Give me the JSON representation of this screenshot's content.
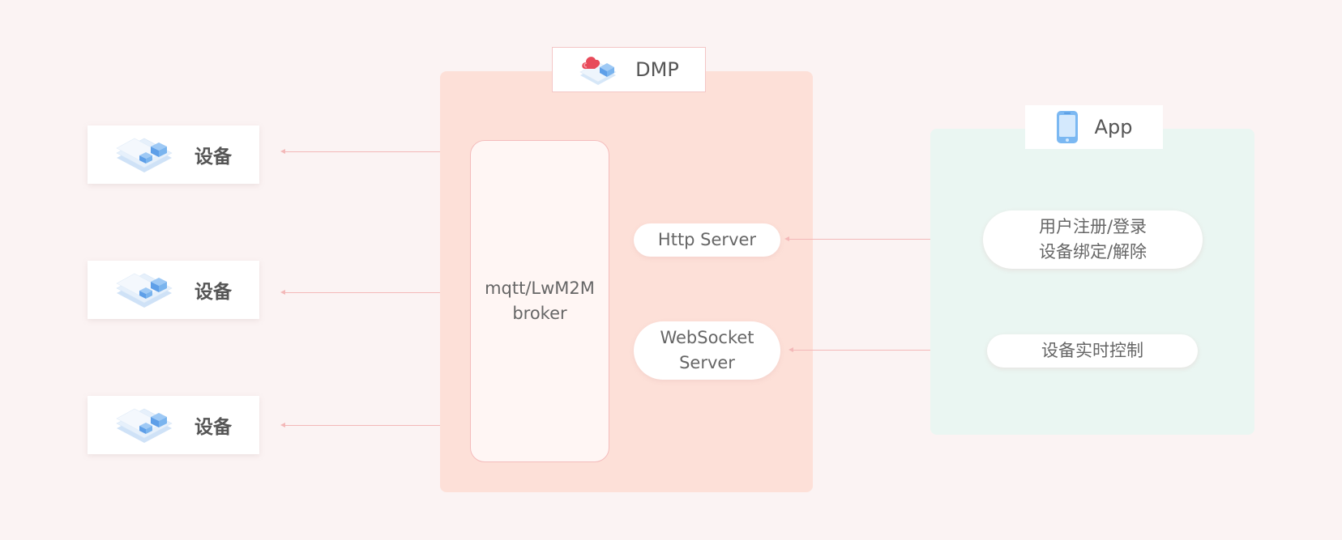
{
  "devices": [
    {
      "label": "设备",
      "icon": "device-stack-icon"
    },
    {
      "label": "设备",
      "icon": "device-stack-icon"
    },
    {
      "label": "设备",
      "icon": "device-stack-icon"
    }
  ],
  "dmp": {
    "title": "DMP",
    "icon": "cloud-box-icon",
    "broker": {
      "line1": "mqtt/LwM2M",
      "line2": "broker"
    },
    "http_server": "Http Server",
    "websocket_server": {
      "line1": "WebSocket",
      "line2": "Server"
    }
  },
  "app": {
    "title": "App",
    "icon": "phone-icon",
    "feature_1": {
      "line1": "用户注册/登录",
      "line2": "设备绑定/解除"
    },
    "feature_2": "设备实时控制"
  },
  "colors": {
    "background": "#fbf3f3",
    "dmp_panel": "#fde0d8",
    "app_panel": "#eaf6f2",
    "connector": "#f3b8b8",
    "accent_blue": "#6aaef0",
    "accent_red": "#e84a5a"
  }
}
